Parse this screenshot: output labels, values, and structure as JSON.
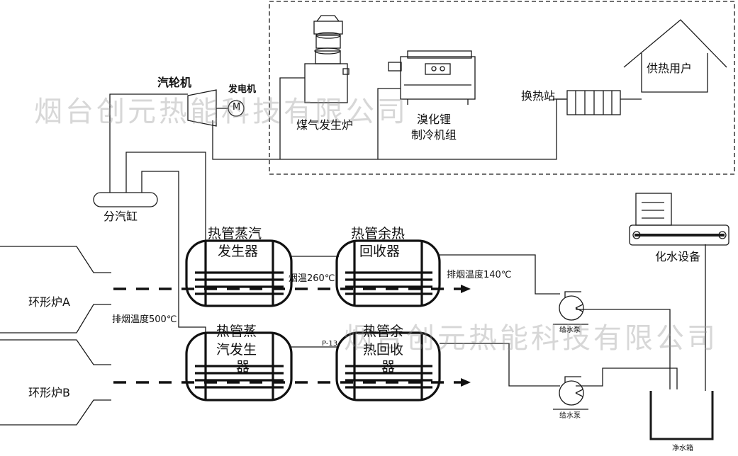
{
  "labels": {
    "turbine": "汽轮机",
    "generator": "发电机",
    "generator_symbol": "M",
    "gas_generator": "煤气发生炉",
    "chiller_line1": "溴化锂",
    "chiller_line2": "制冷机组",
    "heat_station": "换热站",
    "heat_user": "供热用户",
    "steam_header": "分汽缸",
    "hp_steam_gen_a_line1": "热管蒸汽",
    "hp_steam_gen_a_line2": "发生器",
    "hp_recovery_a_line1": "热管余热",
    "hp_recovery_a_line2": "回收器",
    "hp_steam_gen_b_line1": "热管蒸",
    "hp_steam_gen_b_line2": "汽发生",
    "hp_steam_gen_b_line3": "器",
    "hp_recovery_b_line1": "热管余",
    "hp_recovery_b_line2": "热回收",
    "hp_recovery_b_line3": "器",
    "furnace_a": "环形炉A",
    "furnace_b": "环形炉B",
    "flue_temp_mid": "烟温260℃",
    "exhaust_temp_out": "排烟温度140℃",
    "exhaust_temp_in": "排烟温度500℃",
    "water_treatment": "化水设备",
    "feed_pump_a": "给水泵",
    "feed_pump_b": "给水泵",
    "clean_water_tank": "净水箱",
    "tag_p13": "P-13"
  },
  "watermarks": {
    "top": "烟台创元热能科技有限公司",
    "bottom": "烟台创元热能科技有限公司"
  },
  "colors": {
    "line": "#1a1a1a",
    "watermark": "#969696",
    "background": "#ffffff"
  }
}
